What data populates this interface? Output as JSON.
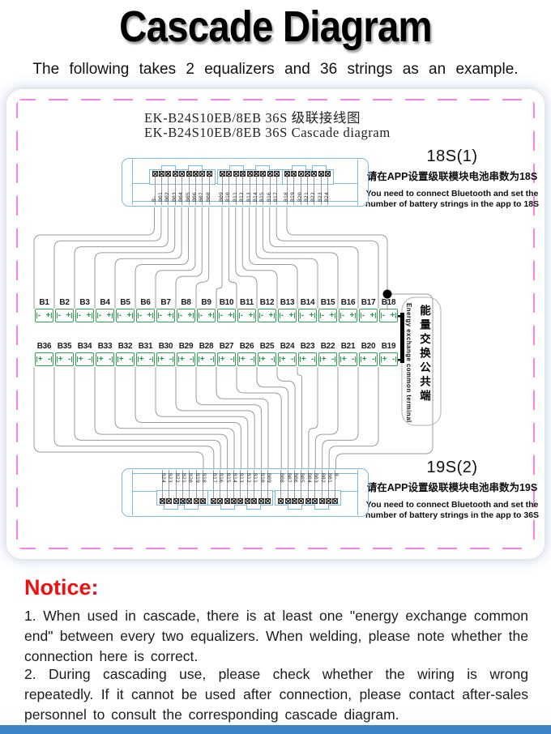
{
  "header": {
    "title": "Cascade Diagram",
    "subtitle": "The following takes 2 equalizers and 36 strings as an example."
  },
  "colors": {
    "dashed_border_pink": "#f884ea",
    "module_blue": "#7cb9e9",
    "battery_green": "#2fa351",
    "wire_gray": "#9b9b9b",
    "notice_red": "#ee1010",
    "bottom_bar_blue": "#3d85c6"
  },
  "diagram": {
    "title_zh": "EK-B24S10EB/8EB 36S 级联接线图",
    "title_en": "EK-B24S10EB/8EB 36S Cascade diagram",
    "module_pin_groups": [
      [
        "B-",
        "B01",
        "B02",
        "B03",
        "B04",
        "B05",
        "B06",
        "B07",
        "B08"
      ],
      [
        "B09",
        "B10",
        "B11",
        "B12",
        "B13",
        "B14",
        "B15",
        "B16",
        "B17"
      ],
      [
        "B18",
        "B19",
        "B20",
        "B21",
        "B22",
        "B23",
        "B24"
      ]
    ],
    "annotation_top": {
      "heading": "18S(1)",
      "zh": "请在APP设置级联模块电池串数为18S",
      "en": "You need to connect Bluetooth and set the number of battery strings in the app to 18S"
    },
    "annotation_bottom": {
      "heading": "19S(2)",
      "zh": "请在APP设置级联模块电池串数为19S",
      "en": "You need to connect Bluetooth and set the number of battery strings in the app to 36S"
    },
    "battery_row_top": [
      "B1",
      "B2",
      "B3",
      "B4",
      "B5",
      "B6",
      "B7",
      "B8",
      "B9",
      "B10",
      "B11",
      "B12",
      "B13",
      "B14",
      "B15",
      "B16",
      "B17",
      "B18"
    ],
    "battery_row_bottom": [
      "B36",
      "B35",
      "B34",
      "B33",
      "B32",
      "B31",
      "B30",
      "B29",
      "B28",
      "B27",
      "B26",
      "B25",
      "B24",
      "B23",
      "B22",
      "B21",
      "B20",
      "B19"
    ],
    "terminals_top": [
      "-",
      "+"
    ],
    "terminals_bottom": [
      "+",
      "-"
    ],
    "energy_label_zh": "能量交换公共端",
    "energy_label_en": "Energy exchange common terminal"
  },
  "notice": {
    "heading": "Notice:",
    "items": [
      "1. When used in cascade, there is at least one \"energy exchange common end\" between every two equalizers. When welding, please note whether the connection here is correct.",
      "2. During cascading use, please check whether the wiring is wrong repeatedly. If it cannot be used after connection, please contact after-sales personnel to consult the corresponding cascade diagram."
    ]
  }
}
